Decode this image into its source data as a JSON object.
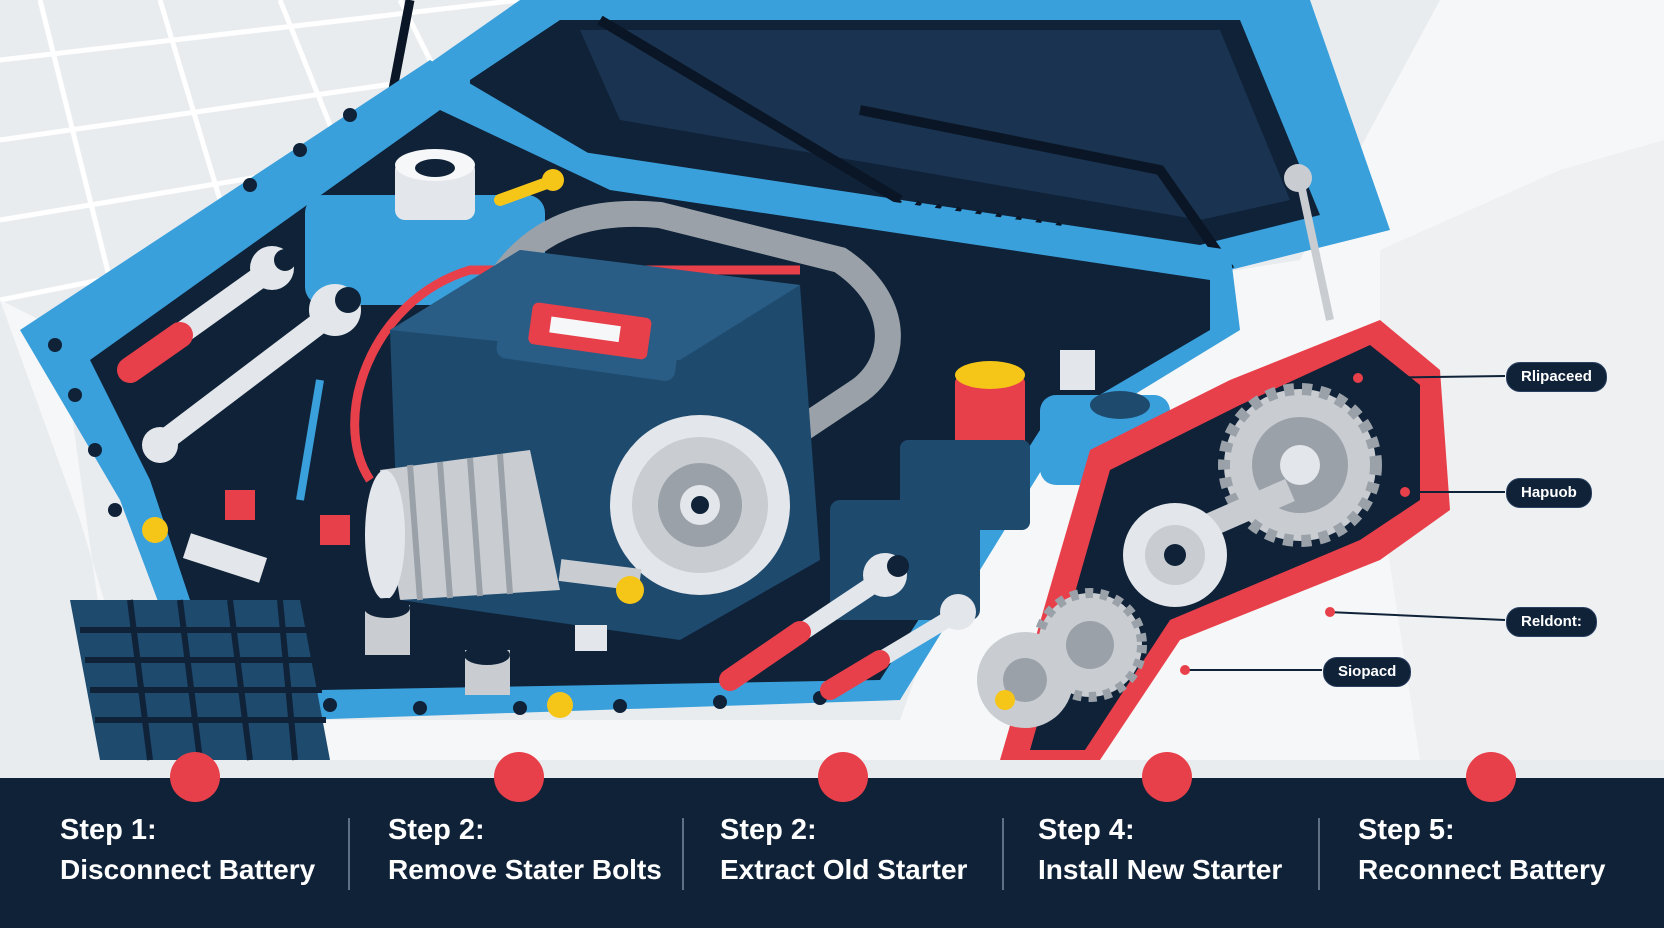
{
  "colors": {
    "navy": "#0f2238",
    "engine_blue": "#1e4a6e",
    "frame_blue": "#3aa0dc",
    "accent_red": "#e8404a",
    "silver": "#c9cdd2",
    "yellow": "#f5c518",
    "body_white": "#f6f7f8"
  },
  "callouts": [
    {
      "label": "Rlipaceed"
    },
    {
      "label": "Hapuob"
    },
    {
      "label": "Reldont:"
    },
    {
      "label": "Siopacd"
    }
  ],
  "steps": [
    {
      "number": "Step 1:",
      "title": "Disconnect Battery"
    },
    {
      "number": "Step 2:",
      "title": "Remove Stater Bolts"
    },
    {
      "number": "Step 2:",
      "title": "Extract Old Starter"
    },
    {
      "number": "Step 4:",
      "title": "Install New Starter"
    },
    {
      "number": "Step 5:",
      "title": "Reconnect Battery"
    }
  ],
  "icons": [
    "wrench-icon",
    "starter-motor-icon",
    "gear-icon",
    "battery-icon",
    "radiator-cap-icon"
  ]
}
